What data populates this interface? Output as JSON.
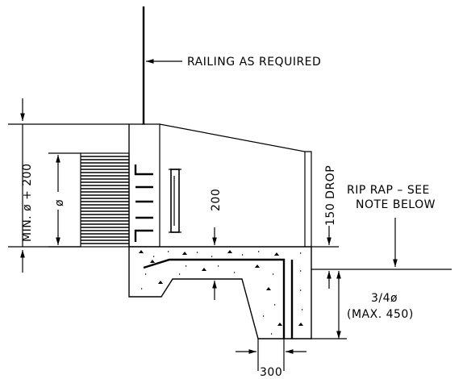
{
  "labels": {
    "railing": "RAILING AS REQUIRED",
    "min_dia": "MIN. ø + 200",
    "dia": "ø",
    "dim_200": "200",
    "drop": "150 DROP",
    "riprap_1": "RIP RAP – SEE",
    "riprap_2": "NOTE BELOW",
    "depth_1": "3/4ø",
    "depth_2": "(MAX. 450)",
    "dim_300": "300"
  }
}
